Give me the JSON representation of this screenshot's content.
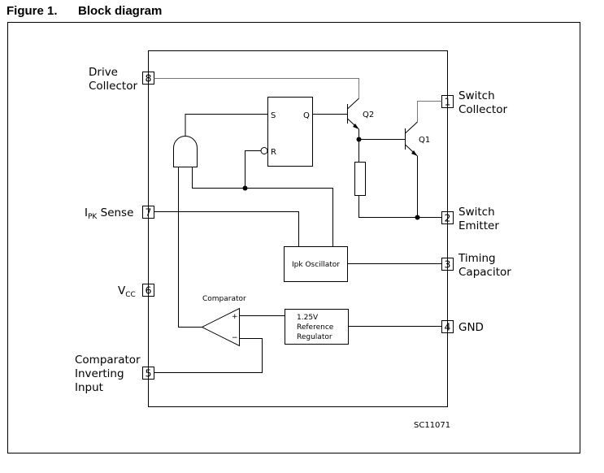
{
  "figure": {
    "number": "Figure 1.",
    "title": "Block diagram"
  },
  "pins": {
    "p8": {
      "num": "8",
      "label_line1": "Drive",
      "label_line2": "Collector"
    },
    "p7": {
      "num": "7",
      "label_main": "I",
      "label_sub": "PK",
      "label_rest": " Sense"
    },
    "p6": {
      "num": "6",
      "label_main": "V",
      "label_sub": "CC"
    },
    "p5": {
      "num": "5",
      "label_line1": "Comparator",
      "label_line2": "Inverting",
      "label_line3": "Input"
    },
    "p1": {
      "num": "1",
      "label_line1": "Switch",
      "label_line2": "Collector"
    },
    "p2": {
      "num": "2",
      "label_line1": "Switch",
      "label_line2": "Emitter"
    },
    "p3": {
      "num": "3",
      "label_line1": "Timing",
      "label_line2": "Capacitor"
    },
    "p4": {
      "num": "4",
      "label_line1": "GND"
    }
  },
  "blocks": {
    "flipflop": {
      "s": "S",
      "q": "Q",
      "r": "R"
    },
    "oscillator": "Ipk  Oscillator",
    "comparator": {
      "title": "Comparator",
      "plus": "+",
      "minus": "−"
    },
    "reference": {
      "line1": "1.25V",
      "line2": "Reference",
      "line3": "Regulator"
    },
    "q2": "Q2",
    "q1": "Q1"
  },
  "code": "SC11071"
}
